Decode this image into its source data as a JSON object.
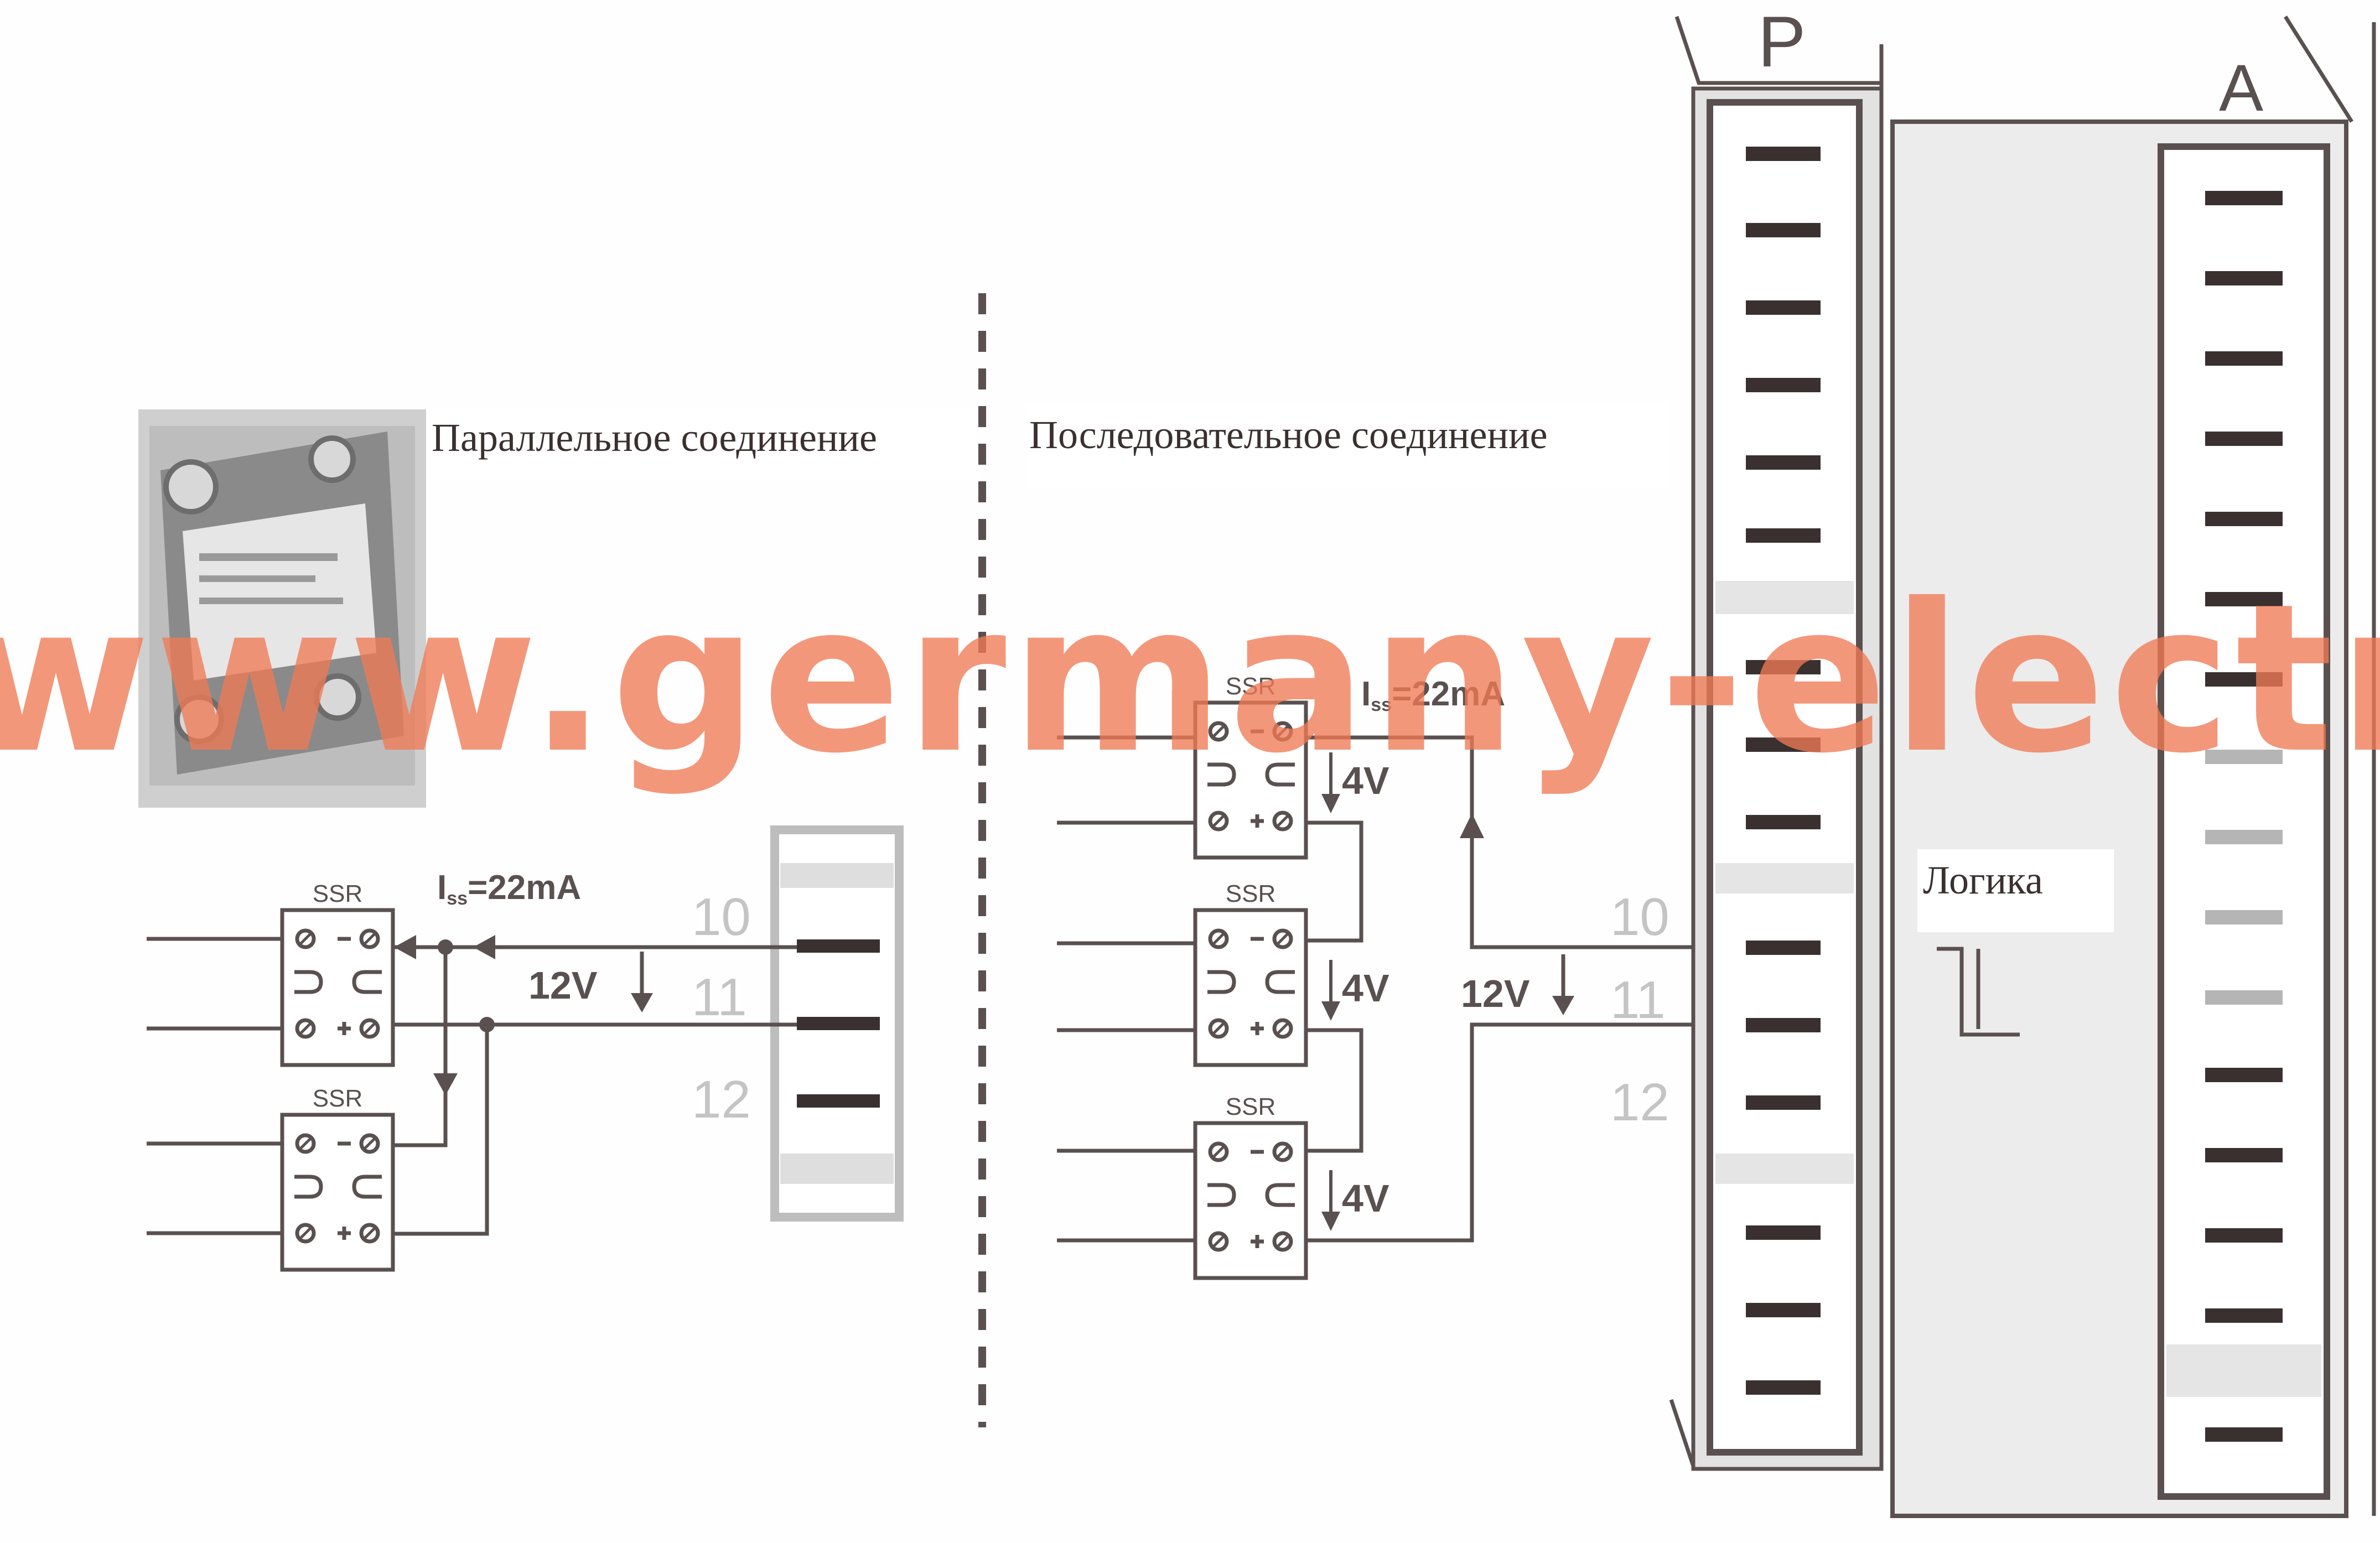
{
  "captions": {
    "parallel": "Параллельное соединение",
    "series": "Последовательное соединение",
    "logic": "Логика"
  },
  "terminals": {
    "t10": "10",
    "t11": "11",
    "t12": "12"
  },
  "strips": {
    "p_label": "P",
    "a_label": "A"
  },
  "ssr": {
    "label": "SSR",
    "minus": "−",
    "plus": "+"
  },
  "parallel_circuit": {
    "current": "22mA",
    "current_prefix": "I",
    "voltage": "12V"
  },
  "series_circuit": {
    "current": "=22mA",
    "current_prefix": "I",
    "voltage": "12V",
    "ssr_voltage": "4V"
  },
  "watermark": {
    "text": "www.germany-electric.",
    "color": "#f07a55"
  },
  "colors": {
    "line": "#5a5050",
    "light_line": "#bdbdbd",
    "number_gray": "#c4c4c4",
    "panel": "#ececec"
  }
}
